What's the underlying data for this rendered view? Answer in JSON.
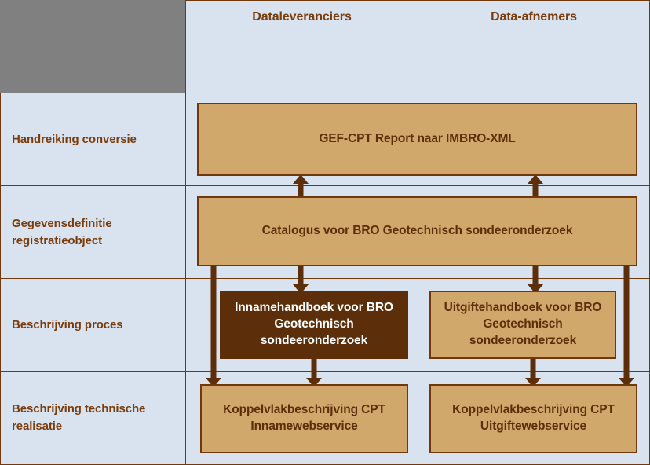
{
  "diagram": {
    "title_corner": "",
    "columns": [
      {
        "id": "dataleveranciers",
        "label": "Dataleveranciers"
      },
      {
        "id": "data-afnemers",
        "label": "Data-afnemers"
      }
    ],
    "rows": [
      {
        "id": "handreiking-conversie",
        "label": "Handreiking conversie"
      },
      {
        "id": "gegevensdefinitie-registratieobject",
        "label": "Gegevensdefinitie registratieobject"
      },
      {
        "id": "beschrijving-proces",
        "label": "Beschrijving proces"
      },
      {
        "id": "beschrijving-technische-realisatie",
        "label": "Beschrijving technische realisatie"
      }
    ],
    "boxes": [
      {
        "id": "gef-cpt-report",
        "label": "GEF-CPT Report naar IMBRO-XML",
        "style": "light"
      },
      {
        "id": "catalogus-bro",
        "label": "Catalogus voor BRO Geotechnisch sondeeronderzoek",
        "style": "light"
      },
      {
        "id": "innamehandboek",
        "label": "Innamehandboek voor BRO Geotechnisch sondeeronderzoek",
        "style": "dark"
      },
      {
        "id": "uitgiftehandboek",
        "label": "Uitgiftehandboek voor BRO Geotechnisch sondeeronderzoek",
        "style": "light"
      },
      {
        "id": "koppelvlak-inname",
        "label": "Koppelvlakbeschrijving CPT Innamewebservice",
        "style": "light"
      },
      {
        "id": "koppelvlak-uitgifte",
        "label": "Koppelvlakbeschrijving CPT Uitgiftewebservice",
        "style": "light"
      }
    ],
    "colors": {
      "corner_gray": "#808080",
      "cell_background": "#D8E3EF",
      "box_light": "#D0A86B",
      "box_dark": "#5C2E0A",
      "border": "#70380C",
      "text_brown": "#7A3C0B",
      "text_white": "#FFFFFF"
    }
  }
}
